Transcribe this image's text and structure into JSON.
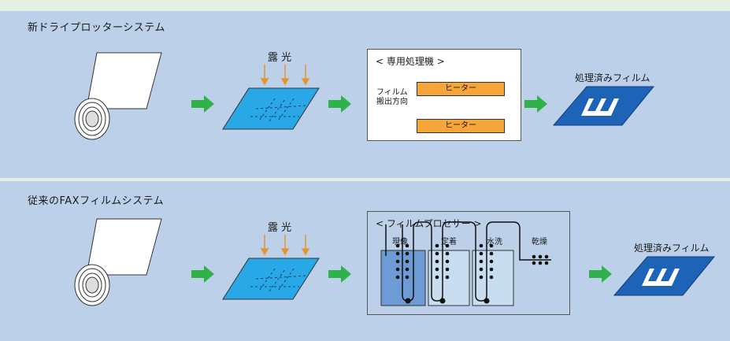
{
  "new_system": {
    "title": "新ドライプロッターシステム",
    "exposure_label": "露 光",
    "processor_title": "< 専用処理機 >",
    "carry_direction_line1": "フィルム",
    "carry_direction_line2": "搬出方向",
    "heater_top": "ヒーター",
    "heater_bottom": "ヒーター",
    "result_label": "処理済みフィルム"
  },
  "old_system": {
    "title": "従来のFAXフィルムシステム",
    "exposure_label": "露 光",
    "processor_title": "< フィルムプロセサー >",
    "tank_labels": [
      "現像",
      "定着",
      "水洗",
      "乾燥"
    ],
    "result_label": "処理済みフィルム"
  },
  "colors": {
    "panel_bg": "#bcd0ea",
    "page_bg": "#e3efe0",
    "arrow_green": "#2fb24a",
    "film_blue": "#29a8e8",
    "processed_film_blue": "#1d63b8",
    "heater_orange": "#f5a53a",
    "exposure_arrow": "#e8942b"
  }
}
